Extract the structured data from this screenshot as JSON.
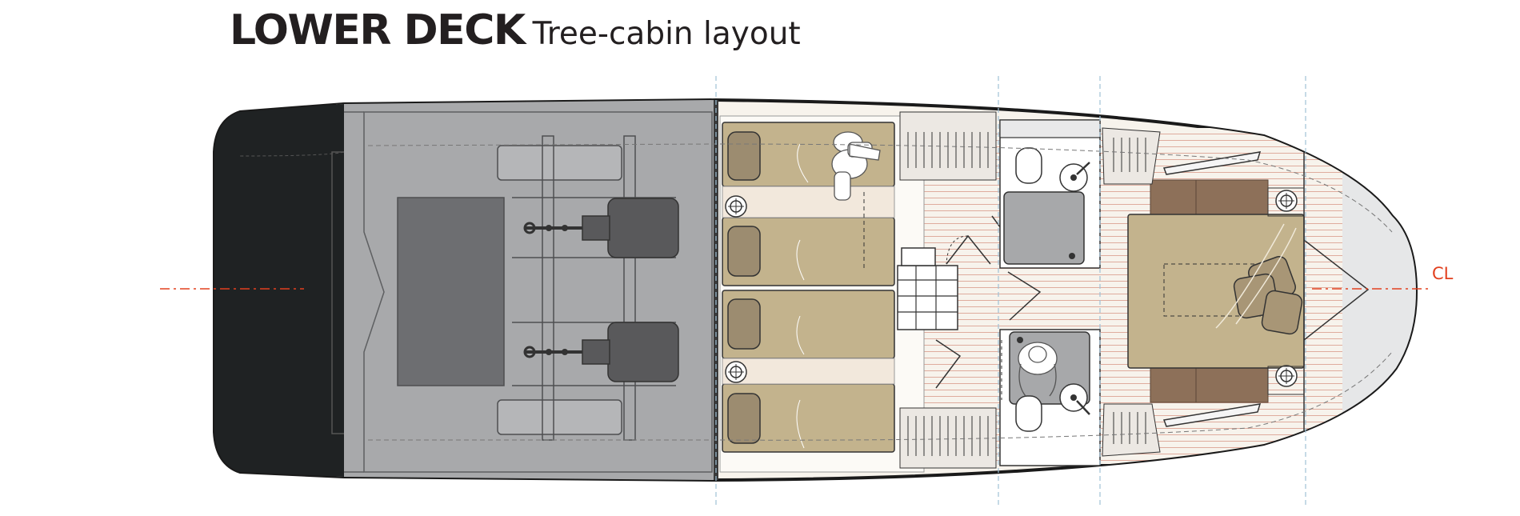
{
  "header": {
    "title": "LOWER DECK",
    "subtitle": "Tree-cabin layout"
  },
  "centerline_label": "CL",
  "colors": {
    "text": "#231f20",
    "engine_room": "#a8a9ab",
    "swim_platform": "#1f2223",
    "floor": "#f7f3ec",
    "berth": "#c3b38d",
    "pillow": "#9c8c70",
    "wood": "#8d7059",
    "head": "#a7a8aa",
    "engine": "#59595b",
    "centerline": "#e2401f",
    "station": "#9fc1d6"
  }
}
